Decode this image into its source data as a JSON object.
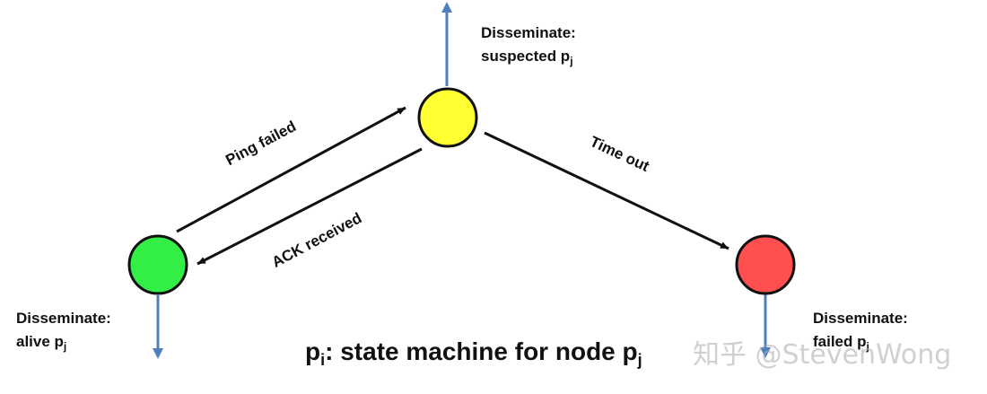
{
  "states": {
    "alive": {
      "color": "#33ee44"
    },
    "suspected": {
      "color": "#ffff33"
    },
    "failed": {
      "color": "#ff4f4f"
    }
  },
  "transitions": {
    "ping_failed": "Ping failed",
    "ack_received": "ACK received",
    "time_out": "Time out"
  },
  "labels": {
    "disseminate": "Disseminate:",
    "alive_text": "alive p",
    "suspected_text": "suspected p",
    "failed_text": "failed p",
    "sub_j": "j"
  },
  "title": {
    "prefix": "p",
    "sub_i": "i",
    "middle": ": state machine for node p",
    "sub_j": "j"
  },
  "watermark": "知乎 @StevenWong",
  "colors": {
    "dissemination_arrow": "#4f7fbf",
    "transition_arrow": "#111111"
  }
}
